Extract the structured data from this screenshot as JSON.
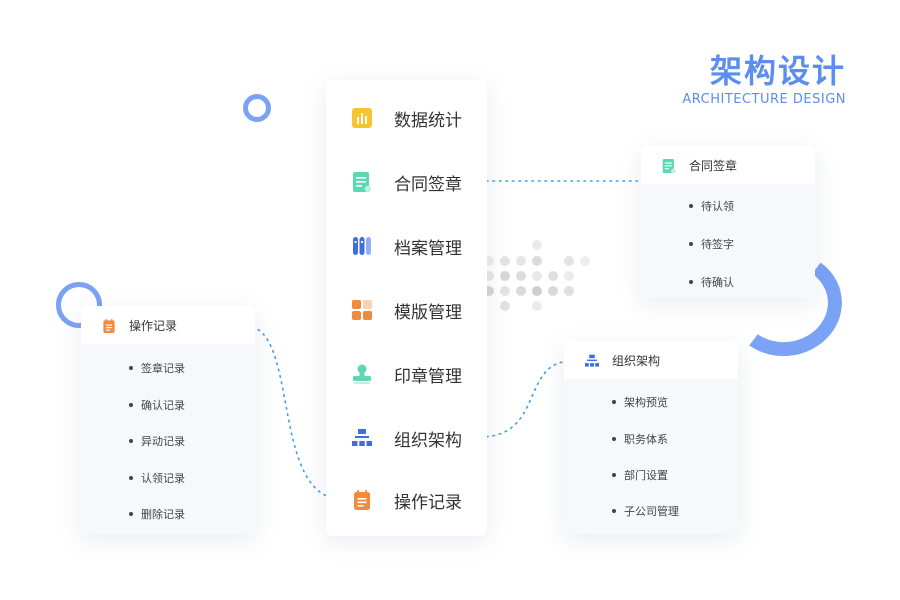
{
  "header": {
    "title": "架构设计",
    "subtitle": "ARCHITECTURE DESIGN"
  },
  "colors": {
    "accent": "#5b8ef0",
    "connector": "#3a9ee8",
    "ring": "#7aa2f5"
  },
  "main_menu": [
    {
      "label": "数据统计",
      "icon": "bar-chart-icon"
    },
    {
      "label": "合同签章",
      "icon": "document-icon"
    },
    {
      "label": "档案管理",
      "icon": "binders-icon"
    },
    {
      "label": "模版管理",
      "icon": "template-grid-icon"
    },
    {
      "label": "印章管理",
      "icon": "stamp-icon"
    },
    {
      "label": "组织架构",
      "icon": "org-chart-icon"
    },
    {
      "label": "操作记录",
      "icon": "clipboard-icon"
    }
  ],
  "left_card": {
    "title": "操作记录",
    "icon": "clipboard-icon",
    "items": [
      "签章记录",
      "确认记录",
      "异动记录",
      "认领记录",
      "删除记录"
    ]
  },
  "right_top_card": {
    "title": "合同签章",
    "icon": "document-icon",
    "items": [
      "待认领",
      "待签字",
      "待确认"
    ]
  },
  "right_bottom_card": {
    "title": "组织架构",
    "icon": "org-chart-icon",
    "items": [
      "架构预览",
      "职务体系",
      "部门设置",
      "子公司管理"
    ]
  }
}
